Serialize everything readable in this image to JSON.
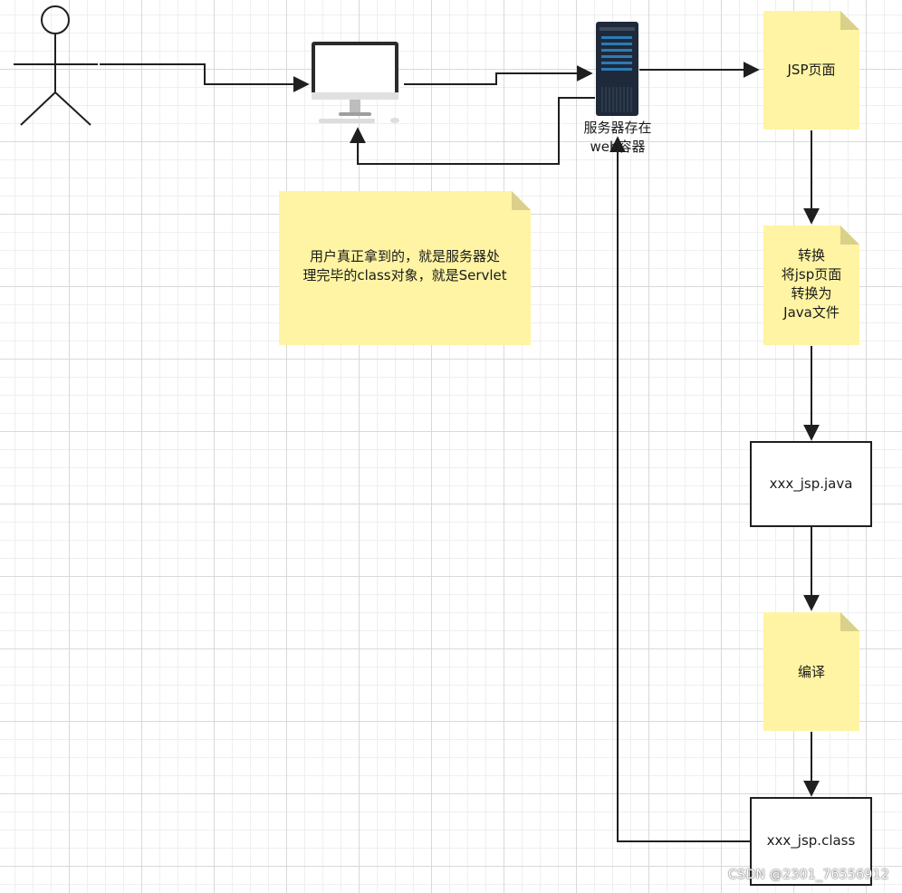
{
  "diagram": {
    "server_label_line1": "服务器存在",
    "server_label_line2": "web容器",
    "note_jsp": "JSP页面",
    "note_convert": [
      "转换",
      "将jsp页面",
      "转换为",
      "Java文件"
    ],
    "note_compile": "编译",
    "note_user": [
      "用户真正拿到的，就是服务器处",
      "理完毕的class对象，就是Servlet"
    ],
    "box_java": "xxx_jsp.java",
    "box_class": "xxx_jsp.class"
  },
  "watermark": "CSDN @2301_76556912",
  "colors": {
    "note_fill": "#fff4a3",
    "note_fold": "#d9d08a",
    "line": "#1f1f1f",
    "server": "#1e2a3a",
    "server_accent": "#2c7bb6"
  }
}
